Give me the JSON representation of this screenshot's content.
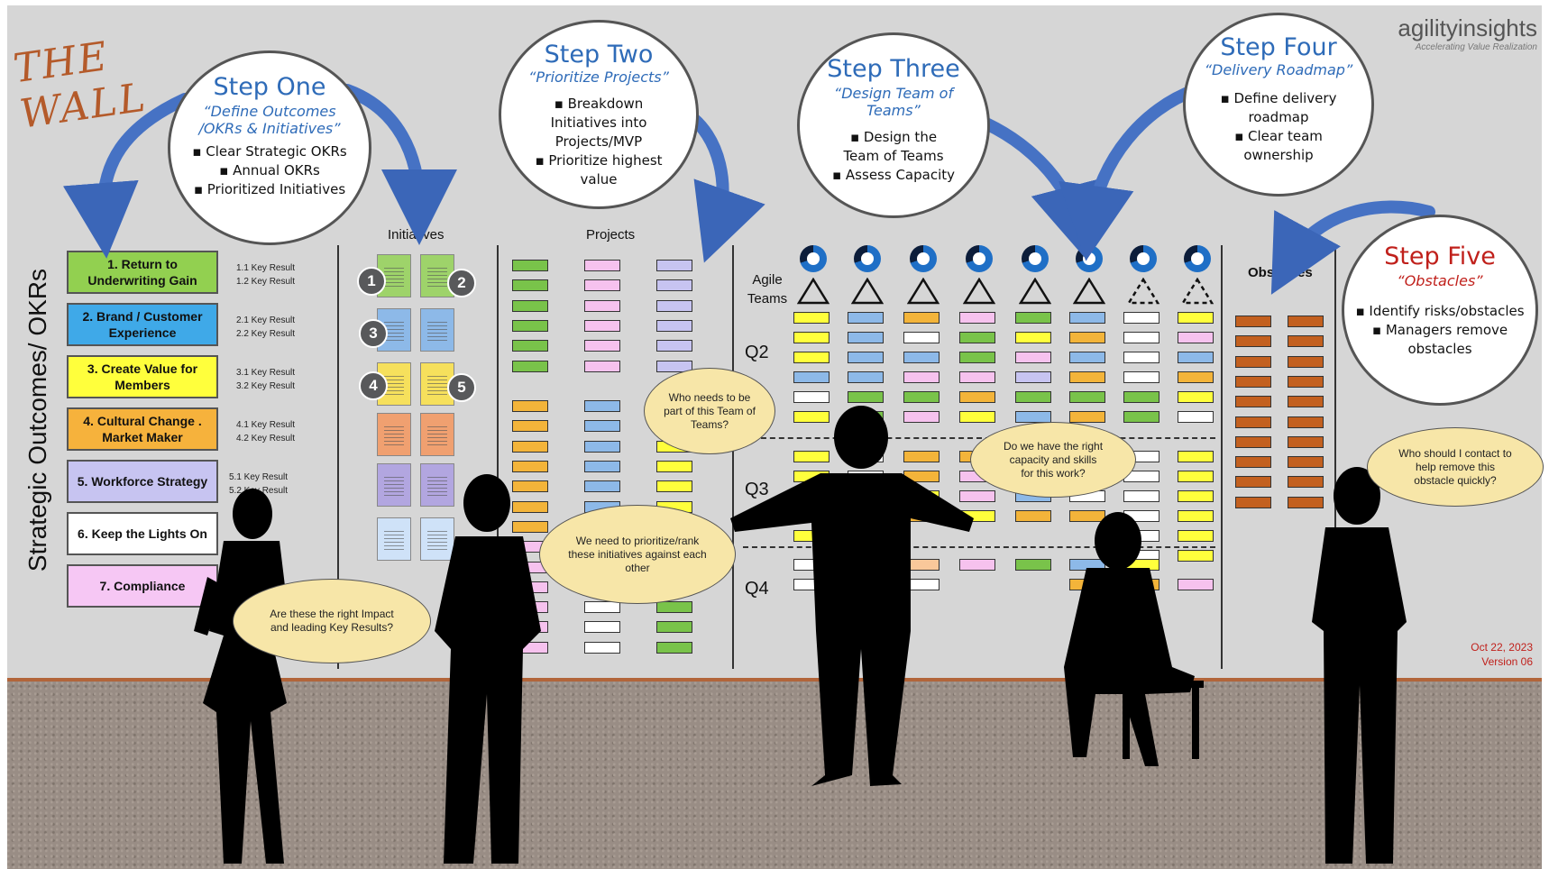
{
  "logo": {
    "the_wall": "THE WALL",
    "brand": "agilityinsights",
    "tagline": "Accelerating Value Realization"
  },
  "colors": {
    "step_blue": "#2e6bb8",
    "step_red": "#c0201b",
    "wall": "#d6d6d6",
    "thought": "#f7e6a8"
  },
  "steps": [
    {
      "title": "Step One",
      "subtitle": "“Define Outcomes /OKRs & Initiatives”",
      "bullets": [
        "Clear Strategic OKRs",
        "Annual OKRs",
        "Prioritized Initiatives"
      ]
    },
    {
      "title": "Step Two",
      "subtitle": "“Prioritize Projects”",
      "bullets": [
        "Breakdown Initiatives into Projects/MVP",
        "Prioritize highest value"
      ]
    },
    {
      "title": "Step Three",
      "subtitle": "“Design Team of Teams”",
      "bullets": [
        "Design the Team of Teams",
        "Assess Capacity"
      ]
    },
    {
      "title": "Step Four",
      "subtitle": "“Delivery Roadmap”",
      "bullets": [
        "Define delivery roadmap",
        "Clear team ownership"
      ]
    },
    {
      "title": "Step Five",
      "subtitle": "“Obstacles”",
      "bullets": [
        "Identify risks/obstacles",
        "Managers remove obstacles"
      ]
    }
  ],
  "side_title": "Strategic Outcomes/ OKRs",
  "okrs": [
    {
      "label": "1. Return to Underwriting Gain",
      "color": "#92d050",
      "krs": [
        "1.1 Key Result",
        "1.2 Key Result"
      ]
    },
    {
      "label": "2. Brand / Customer Experience",
      "color": "#3fa9e8",
      "krs": [
        "2.1 Key Result",
        "2.2 Key Result"
      ]
    },
    {
      "label": "3. Create Value for Members",
      "color": "#ffff3c",
      "krs": [
        "3.1 Key Result",
        "3.2 Key Result"
      ]
    },
    {
      "label": "4. Cultural Change . Market Maker",
      "color": "#f6b23c",
      "krs": [
        "4.1 Key Result",
        "4.2 Key Result"
      ]
    },
    {
      "label": "5. Workforce Strategy",
      "color": "#c7c4f1",
      "krs": [
        "5.1 Key Result",
        "5.2 Key Result"
      ]
    },
    {
      "label": "6. Keep the Lights On",
      "color": "#ffffff",
      "krs": []
    },
    {
      "label": "7. Compliance",
      "color": "#f6c7f4",
      "krs": []
    }
  ],
  "columns": {
    "initiatives": "Initiatives",
    "projects": "Projects",
    "agile_teams": "Agile Teams",
    "obstacles": "Obstacles"
  },
  "initiative_numbers": [
    "1",
    "2",
    "3",
    "4",
    "5"
  ],
  "quarters": [
    "Q2",
    "Q3",
    "Q4"
  ],
  "thoughts": [
    "Who needs to be part of this Team of Teams?",
    "We need to prioritize/rank these initiatives against each other",
    "Are these the right Impact and leading Key Results?",
    "Do we have the right capacity and skills for this work?",
    "Who should I contact to help remove this obstacle quickly?"
  ],
  "footer": {
    "date": "Oct 22, 2023",
    "version": "Version 06"
  }
}
